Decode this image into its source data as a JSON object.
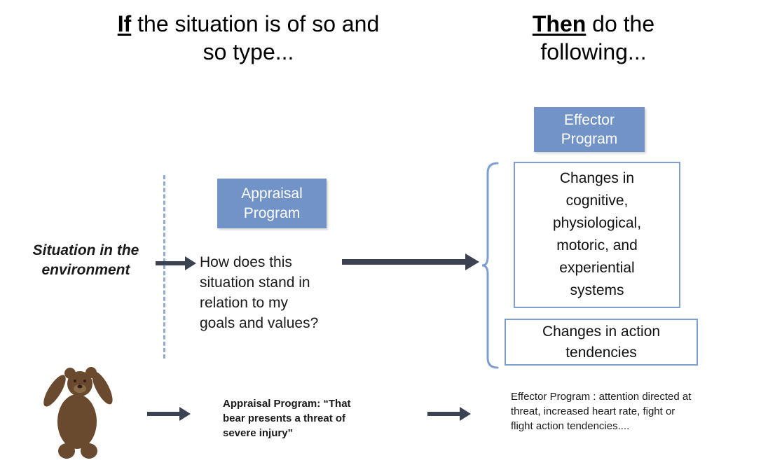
{
  "headings": {
    "if_bold": "If",
    "if_rest": " the situation is of so and so type...",
    "then_bold": "Then",
    "then_rest": " do the following..."
  },
  "left_column": {
    "situation_label": "Situation in the environment",
    "appraisal_box_label": "Appraisal Program",
    "appraisal_question": "How does this situation stand in relation to my goals and values?"
  },
  "right_column": {
    "effector_box_label": "Effector Program",
    "systems_box_text": "Changes in cognitive, physiological, motoric, and experiential systems",
    "action_box_text": "Changes in action tendencies"
  },
  "example_row": {
    "appraisal_text": "Appraisal Program: “That bear presents a threat of severe injury”",
    "effector_text": "Effector Program : attention directed at threat, increased heart rate, fight or flight action tendencies...."
  },
  "icons": {
    "bear": "standing-bear-illustration",
    "brace": "left-curly-brace",
    "arrows": "solid-right-arrow",
    "divider": "vertical-dashed-line"
  },
  "colors": {
    "box_blue": "#7293c7",
    "border_blue": "#7f9fd0",
    "dashed_blue": "#8fa9d9",
    "arrow_dark": "#3d4253",
    "bear_brown": "#6a4a2e"
  }
}
